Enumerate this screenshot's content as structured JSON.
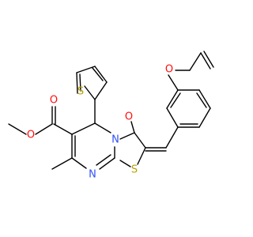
{
  "molecule": {
    "atoms": {
      "o_ester_carbonyl": {
        "label": "O",
        "color": "#ff0d0d"
      },
      "o_ester_ether": {
        "label": "O",
        "color": "#ff0d0d"
      },
      "s_thiophene": {
        "label": "S",
        "color": "#b8a000"
      },
      "n_ring": {
        "label": "N",
        "color": "#3050f8"
      },
      "o_ketone": {
        "label": "O",
        "color": "#ff0d0d"
      },
      "n_pyrimidine": {
        "label": "N",
        "color": "#3050f8"
      },
      "s_thiazole": {
        "label": "S",
        "color": "#b8a000"
      },
      "o_allyloxy": {
        "label": "O",
        "color": "#ff0d0d"
      }
    },
    "bond_color": "#000000"
  }
}
